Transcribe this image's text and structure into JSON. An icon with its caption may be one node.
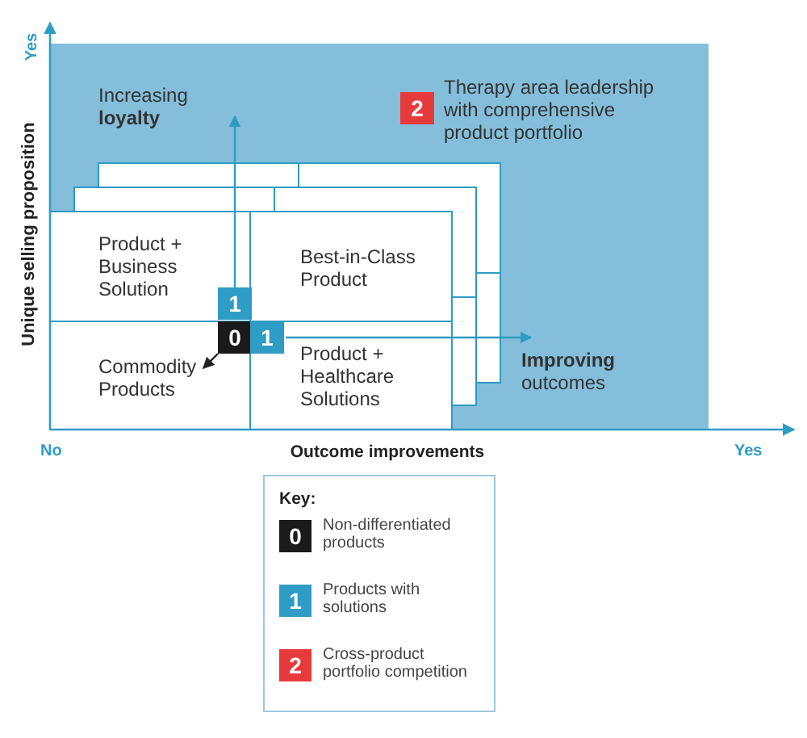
{
  "diagram": {
    "nodes": [
      {
        "text": [
          "Product + Business Solution"
        ]
      },
      {
        "text": [
          "Best-in-Class Product"
        ]
      },
      {
        "text": [
          "Commodity Products"
        ]
      },
      {
        "text": [
          "Product + Healthcare Solutions"
        ]
      },
      {
        "text": [
          "1"
        ]
      },
      {
        "text": [
          "0"
        ]
      },
      {
        "text": [
          "1"
        ]
      },
      {
        "text": [
          "2"
        ],
        "beside": [
          "Therapy area leadership with comprehensive product portfolio"
        ]
      },
      {
        "text": [
          "**Improving** outcomes"
        ]
      }
    ],
    "edges": [
      {
        "from": 5,
        "to": 2,
        "arrow": "to",
        "color": "#222222"
      },
      {
        "from": 4,
        "to": null,
        "arrow": "to"
      },
      {
        "from": 6,
        "to": 8,
        "arrow": "to"
      }
    ],
    "labels": [
      "Yes",
      "Unique selling proposition",
      "Increasing **loyalty**",
      "No",
      "Outcome improvements",
      "Yes",
      "Key:",
      "0",
      "1",
      "2"
    ],
    "legend": [
      {
        "text": "Non-differentiated products",
        "color": "#1a1a1a"
      },
      {
        "text": "Products with solutions",
        "color": "#2e9cc4"
      },
      {
        "text": "Cross-product portfolio competition",
        "color": "#e63b3a"
      }
    ]
  }
}
